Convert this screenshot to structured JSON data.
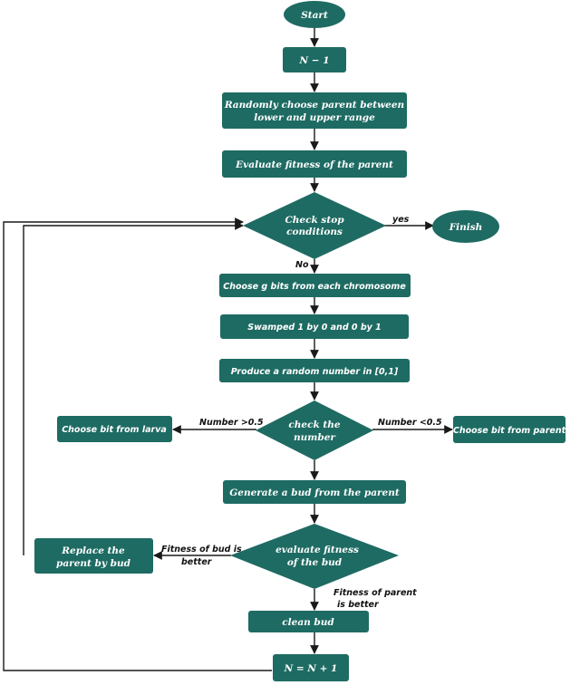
{
  "colors": {
    "node_fill": "#1e6b63",
    "node_text": "#ffffff",
    "edge": "#1a1a1a",
    "label": "#111111"
  },
  "nodes": {
    "start": "Start",
    "init_n": "N − 1",
    "choose_parent_1": "Randomly choose parent between",
    "choose_parent_2": "lower and upper range",
    "evaluate_fitness": "Evaluate fitness of the parent",
    "check_stop_1": "Check stop",
    "check_stop_2": "conditions",
    "finish": "Finish",
    "choose_g_bits": "Choose g bits from each chromosome",
    "swamped": "Swamped 1 by 0 and 0 by 1",
    "random_number": "Produce a random number in [0,1]",
    "check_number_1": "check the",
    "check_number_2": "number",
    "choose_bit_larva": "Choose bit from larva",
    "choose_bit_parent": "Choose bit from parent",
    "generate_bud": "Generate a bud from the parent",
    "evaluate_fitness_bud_1": "evaluate fitness",
    "evaluate_fitness_bud_2": "of the bud",
    "replace_parent_1": "Replace the",
    "replace_parent_2": "parent by bud",
    "clean_bud": "clean bud",
    "increment_n": "N = N + 1"
  },
  "edge_labels": {
    "yes": "yes",
    "no": "No",
    "number_gt": "Number >0.5",
    "number_lt": "Number <0.5",
    "bud_better_1": "Fitness of bud is",
    "bud_better_2": "better",
    "parent_better_1": "Fitness of parent",
    "parent_better_2": "is better"
  }
}
